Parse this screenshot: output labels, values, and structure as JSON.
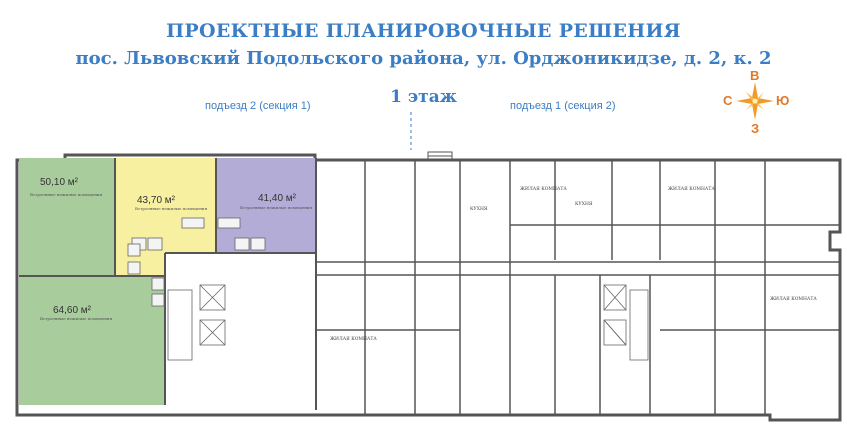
{
  "header": {
    "title": "ПРОЕКТНЫЕ ПЛАНИРОВОЧНЫЕ РЕШЕНИЯ",
    "address": "пос. Львовский Подольского района, ул. Орджоникидзе, д. 2, к. 2",
    "floor": "1 этаж"
  },
  "entrances": {
    "left": "подъезд 2 (секция 1)",
    "right": "подъезд 1 (секция 2)"
  },
  "compass": {
    "north": "В",
    "west": "С",
    "east": "Ю",
    "south": "З",
    "color": "#e0792a"
  },
  "colors": {
    "title": "#3b7ec6",
    "green": "#a8cc9c",
    "yellow": "#f7f0a0",
    "purple": "#b3acd6"
  },
  "commercial_units": [
    {
      "area": "50,10 м²",
      "label": "Встроенные нежилые помещения",
      "color": "green"
    },
    {
      "area": "43,70 м²",
      "label": "Встроенные нежилые помещения",
      "color": "yellow"
    },
    {
      "area": "41,40 м²",
      "label": "Встроенные нежилые помещения",
      "color": "purple"
    },
    {
      "area": "64,60 м²",
      "label": "Встроенные нежилые помещения",
      "color": "green"
    }
  ],
  "room_labels": {
    "living": "ЖИЛАЯ КОМНАТА",
    "kitchen": "КУХНЯ"
  }
}
